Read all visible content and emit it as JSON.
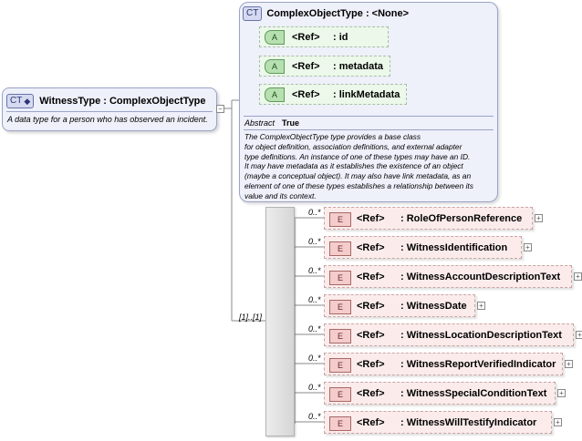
{
  "main_type": {
    "badge": "CT",
    "title": "WitnessType : ComplexObjectType",
    "documentation": "A data type for a person who has observed an incident."
  },
  "base_type": {
    "badge": "CT",
    "title": "ComplexObjectType : <None>",
    "attributes": [
      {
        "badge": "A",
        "ref": "<Ref>",
        "name": ": id"
      },
      {
        "badge": "A",
        "ref": "<Ref>",
        "name": ": metadata"
      },
      {
        "badge": "A",
        "ref": "<Ref>",
        "name": ": linkMetadata"
      }
    ],
    "abstract_label": "Abstract",
    "abstract_value": "True",
    "documentation": "The ComplexObjectType type provides a base class\nfor object definition, association definitions, and external adapter\ntype definitions. An instance of one of these types may have an ID.\nIt may have metadata as it establishes the existence of an object\n(maybe a conceptual object). It may also have link metadata, as an\nelement of one of these types establishes a relationship between its\nvalue and its context."
  },
  "sequence": {
    "multiplicity": "[1]..[1]",
    "elements": [
      {
        "badge": "E",
        "ref": "<Ref>",
        "name": ": RoleOfPersonReference",
        "multiplicity": "0..*"
      },
      {
        "badge": "E",
        "ref": "<Ref>",
        "name": ": WitnessIdentification",
        "multiplicity": "0..*"
      },
      {
        "badge": "E",
        "ref": "<Ref>",
        "name": ": WitnessAccountDescriptionText",
        "multiplicity": "0..*"
      },
      {
        "badge": "E",
        "ref": "<Ref>",
        "name": ": WitnessDate",
        "multiplicity": "0..*"
      },
      {
        "badge": "E",
        "ref": "<Ref>",
        "name": ": WitnessLocationDescriptionText",
        "multiplicity": "0..*"
      },
      {
        "badge": "E",
        "ref": "<Ref>",
        "name": ": WitnessReportVerifiedIndicator",
        "multiplicity": "0..*"
      },
      {
        "badge": "E",
        "ref": "<Ref>",
        "name": ": WitnessSpecialConditionText",
        "multiplicity": "0..*"
      },
      {
        "badge": "E",
        "ref": "<Ref>",
        "name": ": WitnessWillTestifyIndicator",
        "multiplicity": "0..*"
      }
    ]
  },
  "expand_symbol": "+",
  "collapse_symbol": "−",
  "colors": {
    "type_fill": "#eef0fa",
    "type_border": "#9ba4c6",
    "attribute_fill": "#ecf8ea",
    "element_fill": "#fbeceb",
    "element_badge": "#f3cccb"
  }
}
